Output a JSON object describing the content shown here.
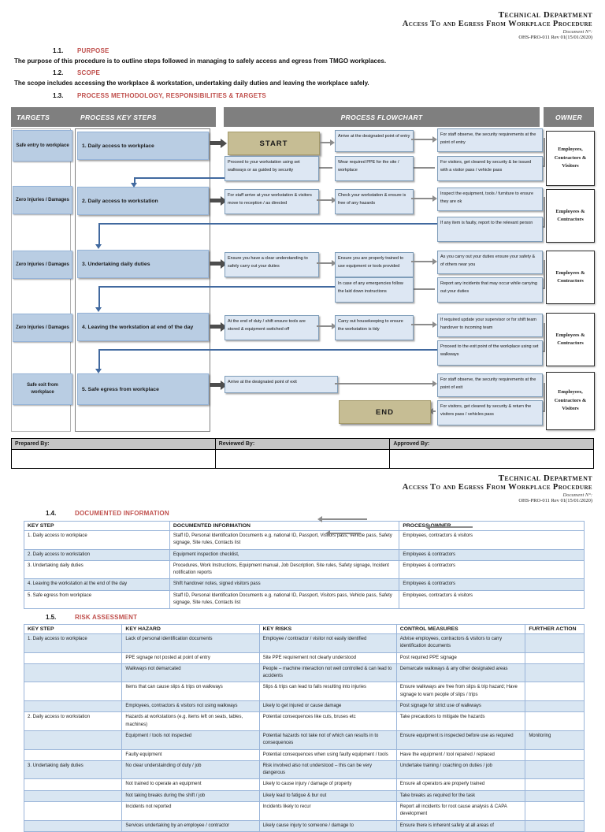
{
  "header": {
    "department": "Technical Department",
    "title": "Access To and Egress From Workplace Procedure",
    "doc_label": "Document N°:",
    "doc_number": "OHS-PRO-011 Rev 01(15/01/2020)"
  },
  "sections": {
    "purpose": {
      "num": "1.1.",
      "heading": "PURPOSE",
      "text": "The purpose of this procedure is to outline steps followed in managing to safely access and egress from TMGO workplaces."
    },
    "scope": {
      "num": "1.2.",
      "heading": "SCOPE",
      "text": "The scope includes accessing the workplace & workstation, undertaking daily duties and leaving the workplace safely."
    },
    "process": {
      "num": "1.3.",
      "heading": "PROCESS METHODOLOGY, RESPONSIBILITIES & TARGETS"
    },
    "doc_info": {
      "num": "1.4.",
      "heading": "DOCUMENTED INFORMATION"
    },
    "risk": {
      "num": "1.5.",
      "heading": "RISK ASSESSMENT"
    }
  },
  "matrix": {
    "headers": {
      "targets": "TARGETS",
      "key_steps": "PROCESS KEY STEPS",
      "flowchart": "PROCESS FLOWCHART",
      "owner": "OWNER"
    },
    "targets": [
      "Safe entry to workplace",
      "Zero Injuries / Damages",
      "Zero Injuries / Damages",
      "Zero Injuries / Damages",
      "Safe exit from workplace"
    ],
    "steps": [
      "1. Daily access to workplace",
      "2. Daily access to workstation",
      "3. Undertaking daily duties",
      "4. Leaving the workstation at end of the day",
      "5. Safe egress from workplace"
    ],
    "owners": [
      "Employees, Contractors & Visitors",
      "Employees & Contractors",
      "Employees & Contractors",
      "Employees & Contractors",
      "Employees, Contractors & Visitors"
    ],
    "flow": {
      "start": "START",
      "end": "END",
      "r1_arrive": "Arrive at the designated point of entry",
      "r1_observe": "For staff observe, the security requirements at the point of entry",
      "r1_visitors": "For visitors, get cleared by security & be issued with a visitor pass / vehicle pass",
      "r1_ppe": "Wear required PPE for the site / workplace",
      "r1_proceed": "Proceed to your workstation using set walkways or as guided by security",
      "r2_arrive": "For staff arrive at your workstation & visitors move to reception / as directed",
      "r2_check": "Check your workstation & ensure is free of any hazards",
      "r2_inspect": "Inspect the equipment, tools / furniture to ensure they are ok",
      "r2_faulty": "If any item is faulty, report to the relevant person",
      "r3_understand": "Ensure you have a clear understanding to safely carry out your duties",
      "r3_trained": "Ensure you are properly trained to use equipment or tools provided",
      "r3_safety": "As you carry out your duties ensure your safety & of others near you",
      "r3_report": "Report any incidents that may occur while carrying out your duties",
      "r3_emergency": "In case of any emergencies follow the laid down instructions",
      "r4_tools": "At the end of duty / shift ensure tools are stored & equipment switched off",
      "r4_housekeeping": "Carry out housekeeping to ensure the workstation is tidy",
      "r4_handover": "If required update your supervisor or for shift team handover to incoming team",
      "r4_exitpoint": "Proceed to the exit point of the workplace using set walkways",
      "r5_arrive": "Arrive at the designated point of exit",
      "r5_observe": "For staff observe, the security requirements at the point of exit",
      "r5_visitors": "For visitors, get cleared by security & return the visitors pass / vehicles pass"
    }
  },
  "signoff": {
    "prepared": "Prepared By:",
    "reviewed": "Reviewed By:",
    "approved": "Approved By:"
  },
  "doc_table": {
    "columns": [
      "KEY STEP",
      "DOCUMENTED INFORMATION",
      "PROCESS OWNER"
    ],
    "rows": [
      {
        "key_step": "1. Daily access to workplace",
        "info": "Staff ID, Personal Identification Documents e.g. national ID, Passport, Visitors pass, Vehicle pass, Safety signage, Site rules, Contacts list",
        "owner": "Employees, contractors & visitors"
      },
      {
        "key_step": "2. Daily access to workstation",
        "info": "Equipment inspection checklist,",
        "owner": "Employees & contractors"
      },
      {
        "key_step": "3. Undertaking daily duties",
        "info": "Procedures, Work Instructions, Equipment manual, Job Description, Site rules, Safety signage, Incident notification reports",
        "owner": "Employees & contractors"
      },
      {
        "key_step": "4. Leaving the workstation at the end of the day",
        "info": "Shift handover notes, signed visitors pass",
        "owner": "Employees & contractors"
      },
      {
        "key_step": "5. Safe egress from workplace",
        "info": "Staff ID, Personal Identification Documents e.g. national ID, Passport, Visitors pass, Vehicle pass, Safety signage, Site rules, Contacts list",
        "owner": "Employees, contractors & visitors"
      }
    ]
  },
  "risk_table": {
    "columns": [
      "KEY STEP",
      "KEY HAZARD",
      "KEY RISKS",
      "CONTROL MEASURES",
      "FURTHER ACTION"
    ],
    "rows": [
      {
        "key_step": "1. Daily access to workplace",
        "hazard": "Lack of personal identification documents",
        "risk": "Employee / contractor / visitor not easily identified",
        "control": "Advise employees, contractors & visitors to carry identification documents",
        "action": ""
      },
      {
        "key_step": "",
        "hazard": "PPE signage not posted at point of entry",
        "risk": "Site PPE requirement not clearly understood",
        "control": "Post required PPE signage",
        "action": ""
      },
      {
        "key_step": "",
        "hazard": "Walkways not demarcated",
        "risk": "People – machine interaction not well controlled & can lead to accidents",
        "control": "Demarcate walkways & any other designated areas",
        "action": ""
      },
      {
        "key_step": "",
        "hazard": "Items that can cause slips & trips on walkways",
        "risk": "Slips & trips can lead to falls resulting into injuries",
        "control": "Ensure walkways are free from slips & trip hazard; Have signage to warn people of slips / trips",
        "action": ""
      },
      {
        "key_step": "",
        "hazard": "Employees, contractors & visitors not using walkways",
        "risk": "Likely to get injured or cause damage",
        "control": "Post signage for strict use of walkways",
        "action": ""
      },
      {
        "key_step": "2. Daily access to workstation",
        "hazard": "Hazards at workstations (e.g. items left on seats, tables, machines)",
        "risk": "Potential consequences like cuts, bruses etc",
        "control": "Take precautions to mitigate the hazards",
        "action": ""
      },
      {
        "key_step": "",
        "hazard": "Equipment / tools not inspected",
        "risk": "Potential hazards not take not of which can results in to consequences",
        "control": "Ensure equipment is inspected before use as required",
        "action": "Monitoring"
      },
      {
        "key_step": "",
        "hazard": "Faulty equipment",
        "risk": "Potential consequences when using faulty equipment / tools",
        "control": "Have the equipment / tool repaired / replaced",
        "action": ""
      },
      {
        "key_step": "3. Undertaking daily duties",
        "hazard": "No clear understainding of duty / job",
        "risk": "Risk involved also not understood – this can be very dangerous",
        "control": "Undertake training / coaching on duties / job",
        "action": ""
      },
      {
        "key_step": "",
        "hazard": "Not trained to operate an equipment",
        "risk": "Likely to cause injury / damage of property",
        "control": "Ensure all operators are properly trained",
        "action": ""
      },
      {
        "key_step": "",
        "hazard": "Not taking breaks during the shift / job",
        "risk": "Likely lead to fatigue & bur out",
        "control": "Take breaks as required for the task",
        "action": ""
      },
      {
        "key_step": "",
        "hazard": "Incidents not reported",
        "risk": "Incidents likely to recur",
        "control": "Report all incidents for root cause analysis & CAPA development",
        "action": ""
      },
      {
        "key_step": "",
        "hazard": "Services undertaking by an employee / contractor",
        "risk": "Likely cause injury to someone / damage to",
        "control": "Ensure there is inherent safety at all areas of",
        "action": ""
      }
    ]
  },
  "colors": {
    "accent_red": "#c0504d",
    "header_grey": "#7f7f7f",
    "box_blue": "#b9cde3",
    "flow_blue": "#dde7f3",
    "startend_tan": "#c6bd94",
    "table_border": "#9ab5d9",
    "row_tint": "#d9e6f2"
  }
}
